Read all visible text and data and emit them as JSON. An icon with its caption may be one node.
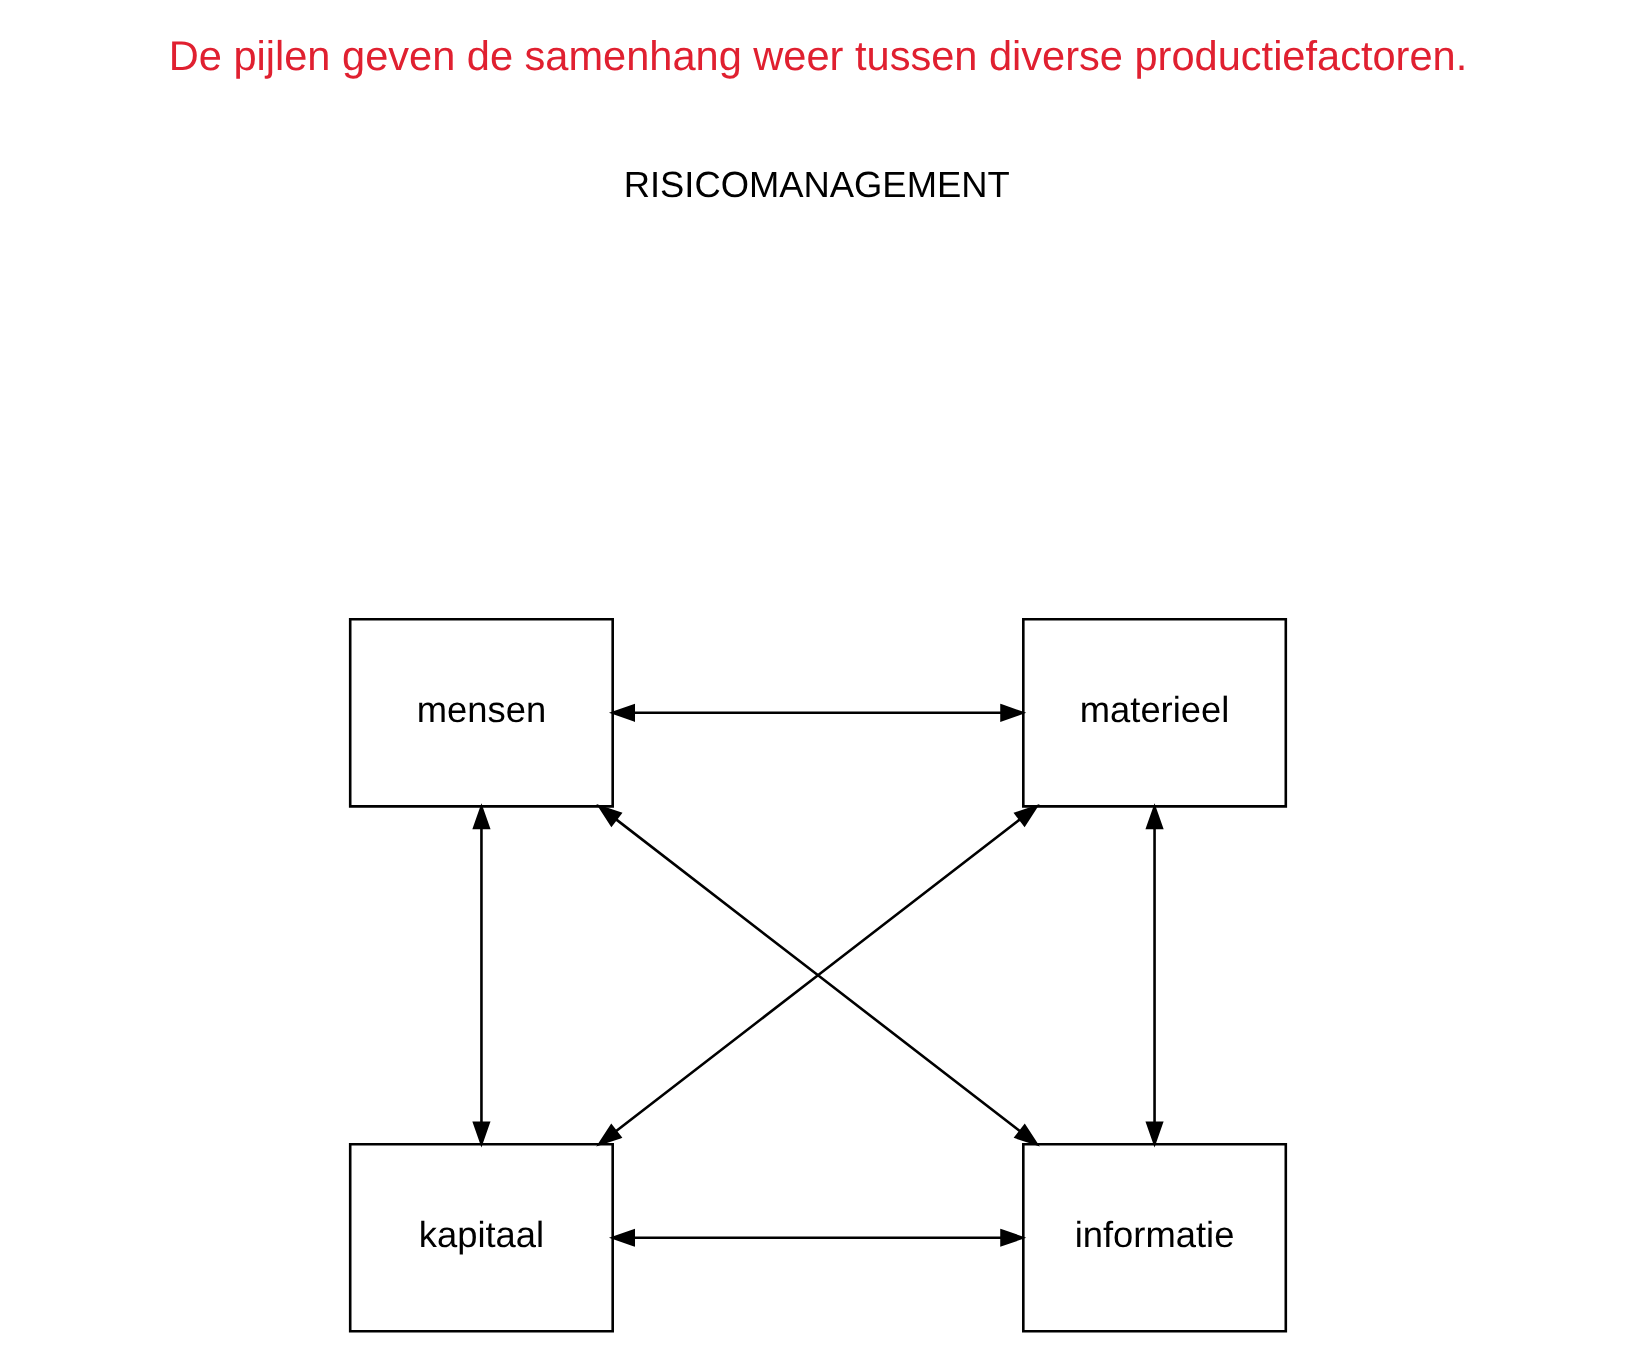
{
  "diagram": {
    "title": "De pijlen geven de samenhang weer tussen diverse productiefactoren.",
    "nodes": [
      {
        "text": [
          "mensen"
        ]
      },
      {
        "text": [
          "materieel"
        ]
      },
      {
        "text": [
          "kapitaal"
        ]
      },
      {
        "text": [
          "informatie"
        ]
      }
    ],
    "edges": [
      {
        "from": 0,
        "to": 1,
        "arrow": "both"
      },
      {
        "from": 0,
        "to": 2,
        "arrow": "both"
      },
      {
        "from": 1,
        "to": 3,
        "arrow": "both"
      },
      {
        "from": 0,
        "to": 3,
        "arrow": "both"
      },
      {
        "from": 1,
        "to": 2,
        "arrow": "both"
      },
      {
        "from": 2,
        "to": 3,
        "arrow": "both"
      }
    ],
    "labels": [
      "RISICOMANAGEMENT"
    ]
  }
}
